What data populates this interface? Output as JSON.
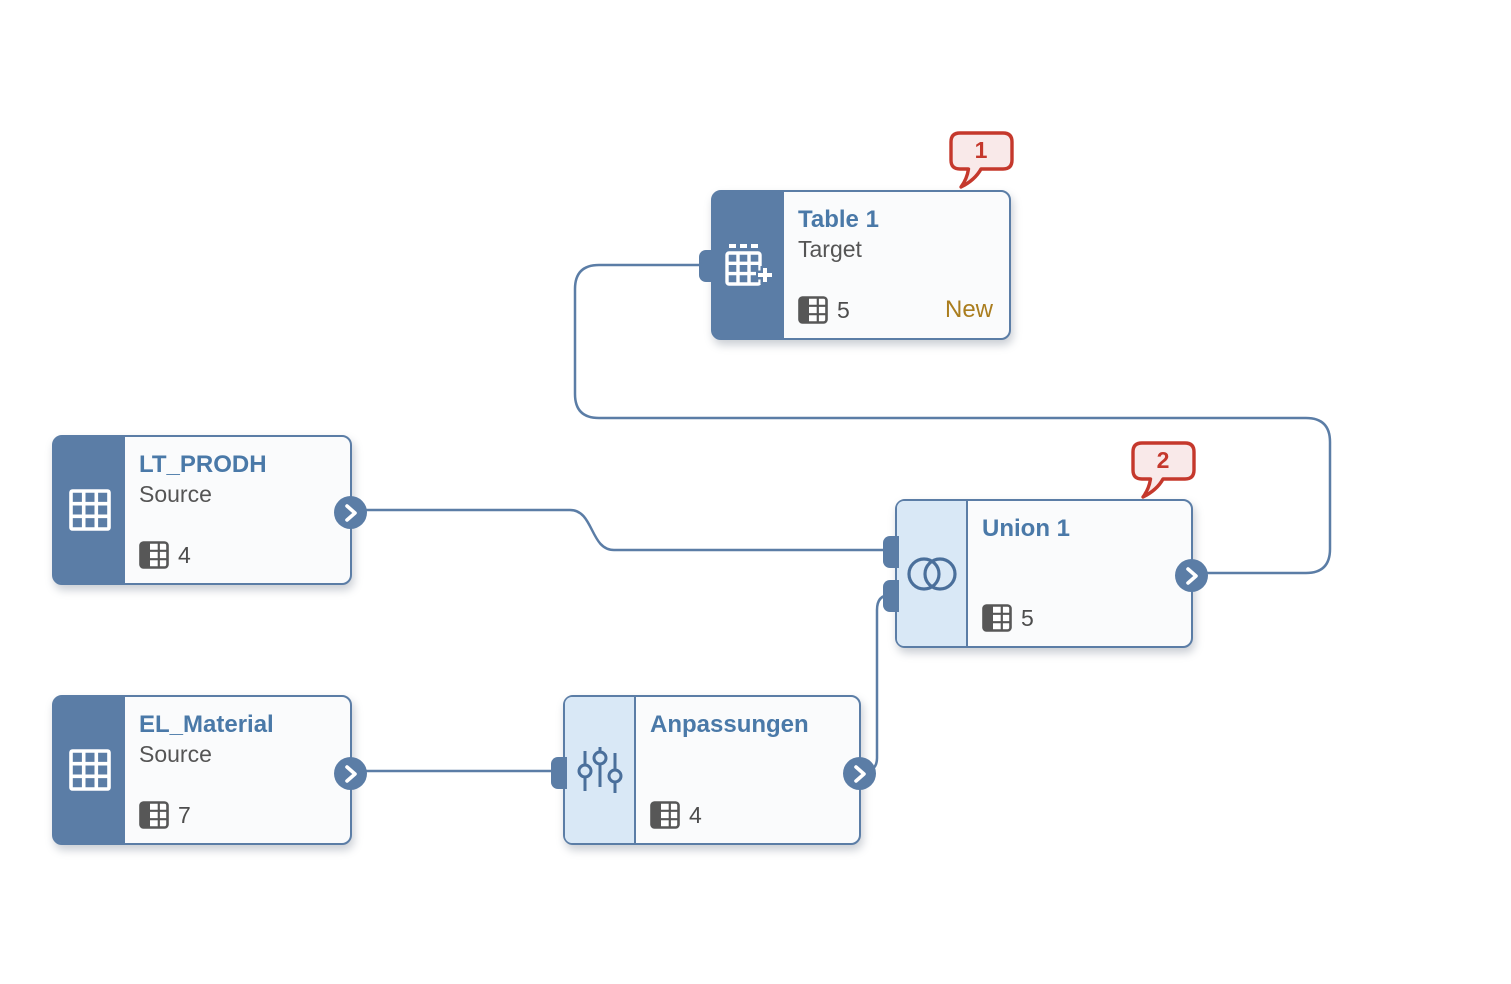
{
  "app": {
    "view": "data-flow-editor-canvas"
  },
  "colors": {
    "canvas_bg": "#ffffff",
    "edge": "#5b7da6",
    "node_border": "#5b7da6",
    "dark_sidebar": "#5b7da6",
    "light_sidebar": "#d9e8f6",
    "node_bg": "#fafbfc",
    "title_text": "#4a79a8",
    "subtitle_text": "#555555",
    "status_new_text": "#aa7d1e",
    "badge_red": "#c5382c",
    "badge_fill": "#f9e9e9"
  },
  "nodes": [
    {
      "title": "Table 1",
      "subtitle": "Target",
      "icon": "table-add-icon",
      "table_count": "5",
      "status": "New",
      "badge": "1",
      "variant": "dark"
    },
    {
      "title": "LT_PRODH",
      "subtitle": "Source",
      "icon": "table-grid-icon",
      "table_count": "4",
      "variant": "dark"
    },
    {
      "title": "EL_Material",
      "subtitle": "Source",
      "icon": "table-grid-icon",
      "table_count": "7",
      "variant": "dark"
    },
    {
      "title": "Anpassungen",
      "subtitle": "",
      "icon": "sliders-icon",
      "table_count": "4",
      "variant": "light"
    },
    {
      "title": "Union 1",
      "subtitle": "",
      "icon": "union-icon",
      "table_count": "5",
      "badge": "2",
      "variant": "light"
    }
  ],
  "edges": [
    {
      "from": "LT_PRODH",
      "to": "Union 1 (input 1)"
    },
    {
      "from": "EL_Material",
      "to": "Anpassungen"
    },
    {
      "from": "Anpassungen",
      "to": "Union 1 (input 2)"
    },
    {
      "from": "Union 1",
      "to": "Table 1"
    }
  ]
}
